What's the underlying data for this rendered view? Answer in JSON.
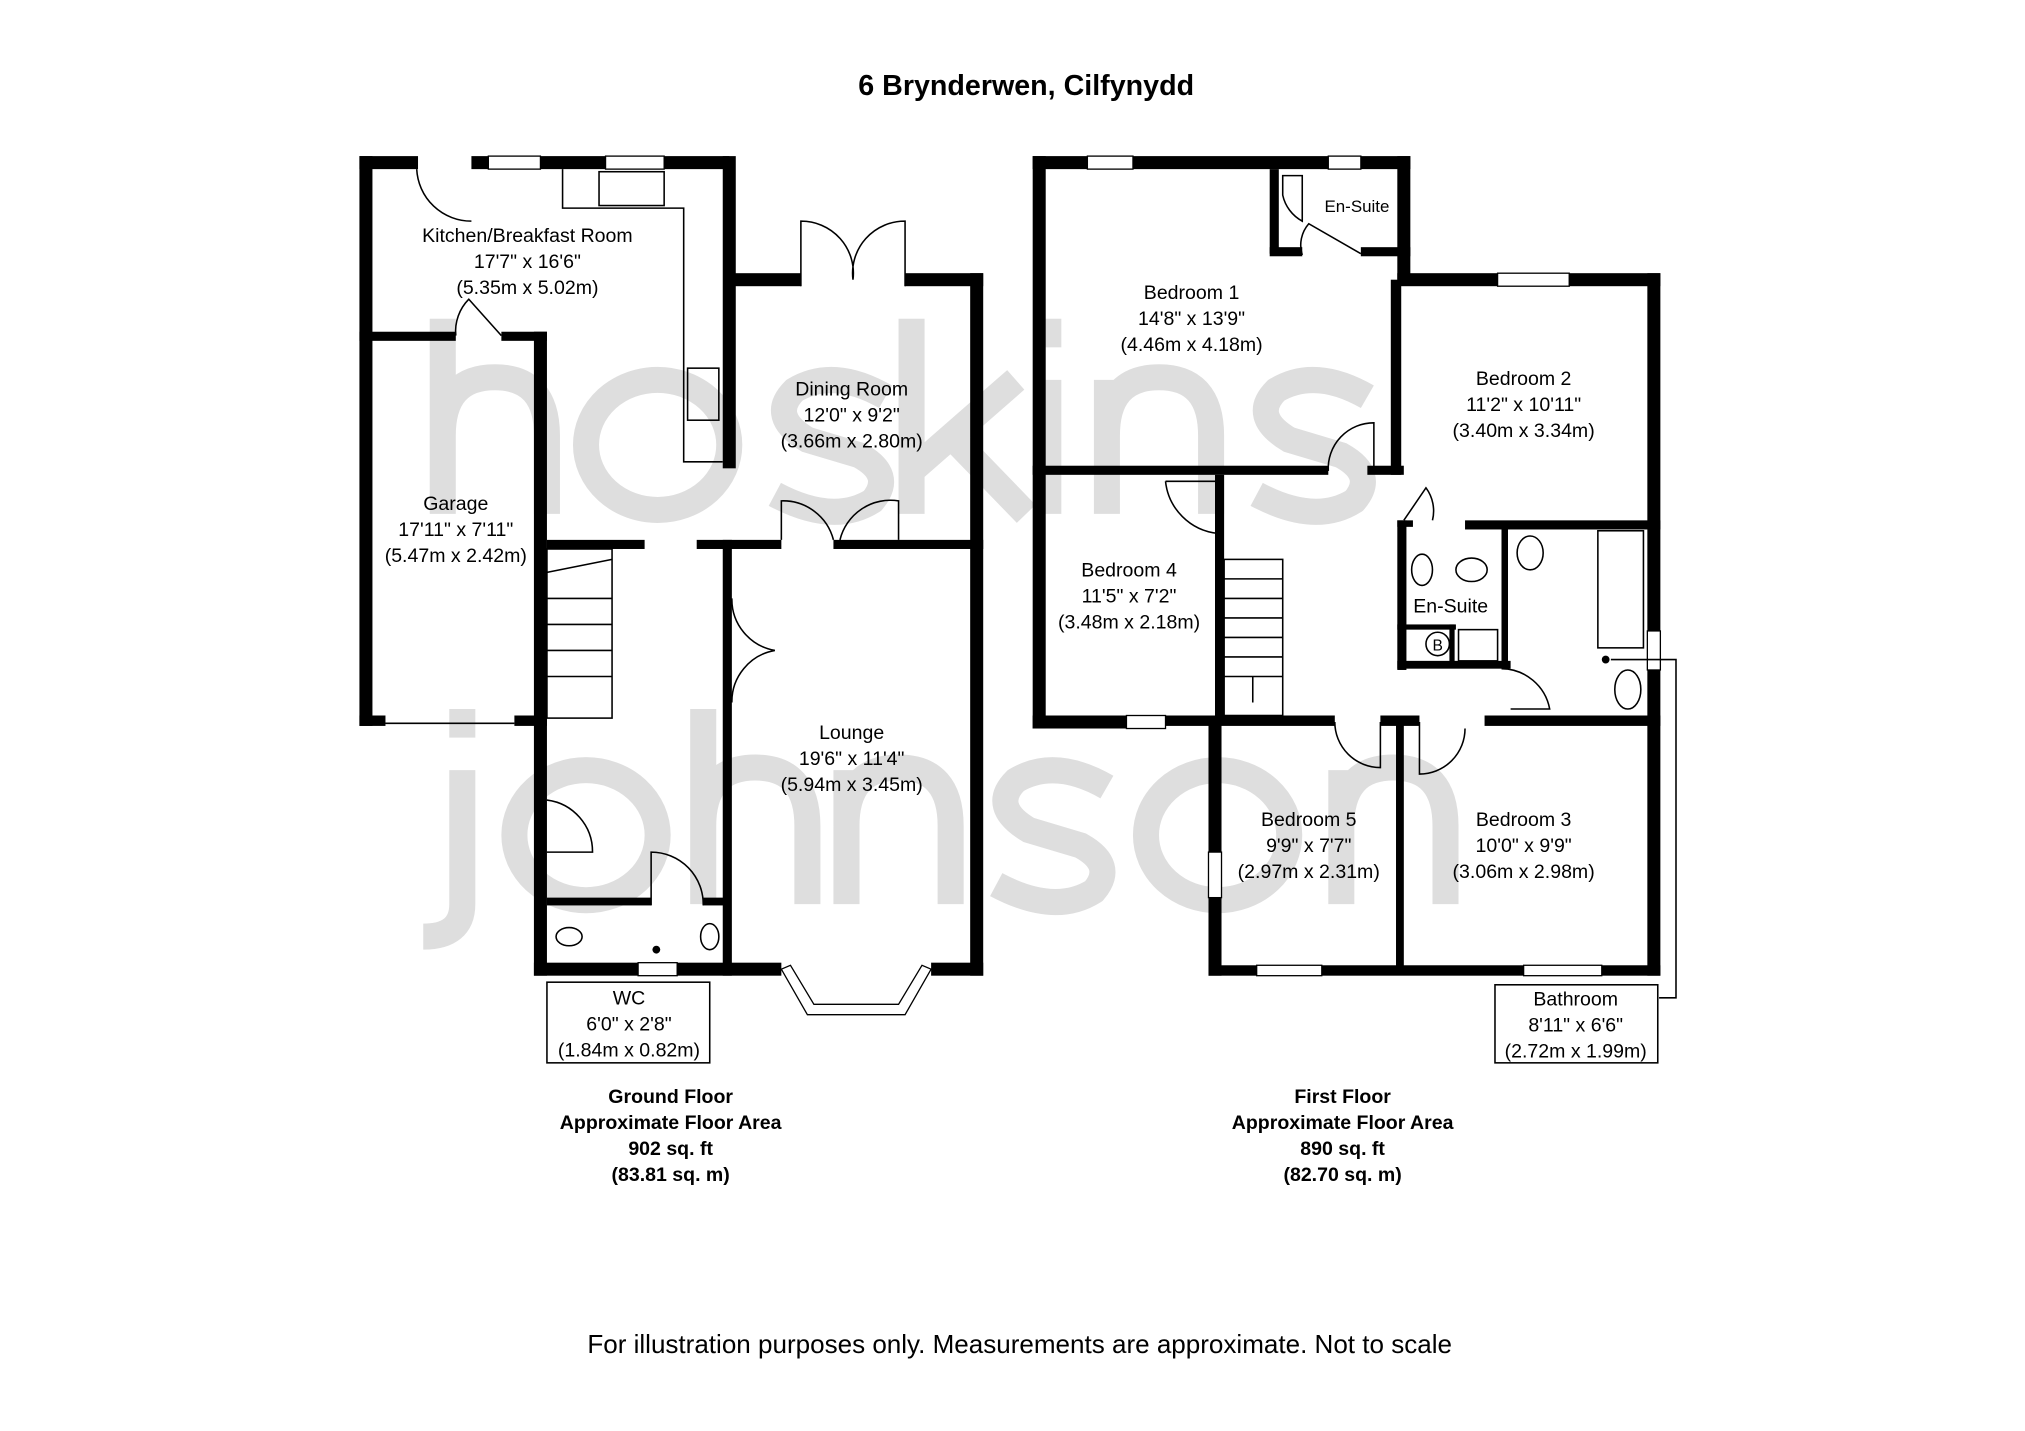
{
  "title": "6 Brynderwen, Cilfynydd",
  "watermark": {
    "line1": "hoskins",
    "line2": "johnson"
  },
  "ground_floor": {
    "rooms": [
      {
        "name": "Kitchen/Breakfast Room",
        "imperial": "17'7\" x 16'6\"",
        "metric": "(5.35m x 5.02m)"
      },
      {
        "name": "Dining Room",
        "imperial": "12'0\" x 9'2\"",
        "metric": "(3.66m x 2.80m)"
      },
      {
        "name": "Garage",
        "imperial": "17'11\" x 7'11\"",
        "metric": "(5.47m x 2.42m)"
      },
      {
        "name": "Lounge",
        "imperial": "19'6\" x 11'4\"",
        "metric": "(5.94m x 3.45m)"
      },
      {
        "name": "WC",
        "imperial": "6'0\" x 2'8\"",
        "metric": "(1.84m x 0.82m)"
      }
    ],
    "summary": {
      "floor": "Ground Floor",
      "label": "Approximate Floor Area",
      "sqft": "902 sq. ft",
      "sqm": "(83.81 sq. m)"
    }
  },
  "first_floor": {
    "rooms": [
      {
        "name": "Bedroom 1",
        "imperial": "14'8\" x 13'9\"",
        "metric": "(4.46m x 4.18m)"
      },
      {
        "name": "Bedroom 2",
        "imperial": "11'2\" x 10'11\"",
        "metric": "(3.40m x 3.34m)"
      },
      {
        "name": "Bedroom 4",
        "imperial": "11'5\" x 7'2\"",
        "metric": "(3.48m x 2.18m)"
      },
      {
        "name": "Bedroom 5",
        "imperial": "9'9\" x 7'7\"",
        "metric": "(2.97m x 2.31m)"
      },
      {
        "name": "Bedroom 3",
        "imperial": "10'0\" x 9'9\"",
        "metric": "(3.06m x 2.98m)"
      },
      {
        "name": "Bathroom",
        "imperial": "8'11\" x 6'6\"",
        "metric": "(2.72m x 1.99m)"
      }
    ],
    "ensuite_1": "En-Suite",
    "ensuite_2": "En-Suite",
    "boiler": "B",
    "summary": {
      "floor": "First Floor",
      "label": "Approximate Floor Area",
      "sqft": "890 sq. ft",
      "sqm": "(82.70 sq. m)"
    }
  },
  "disclaimer": "For illustration purposes only. Measurements are approximate. Not to scale"
}
